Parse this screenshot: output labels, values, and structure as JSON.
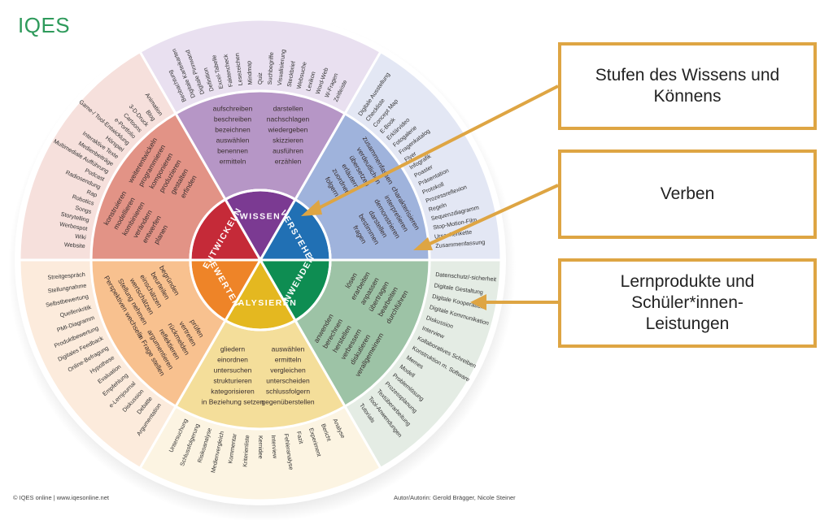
{
  "logo": "IQES",
  "footer": {
    "copyright": "© IQES online | www.iqesonline.net",
    "authors": "Autor/Autorin: Gerold Brägger, Nicole Steiner"
  },
  "callouts": [
    {
      "id": "stufen",
      "label": "Stufen des Wissens und Können­s",
      "lines": [
        "Stufen des Wissens und",
        "Könnens"
      ]
    },
    {
      "id": "verben",
      "lines": [
        "Verben"
      ]
    },
    {
      "id": "lernprodukte",
      "lines": [
        "Lernprodukte und",
        "Schüler*innen-",
        "Leistungen"
      ]
    }
  ],
  "colors": {
    "accent": "#dea543",
    "logo": "#2e9a5b"
  },
  "hub": [
    {
      "label": "WISSEN",
      "color": "#7b3a92"
    },
    {
      "label": "VERSTEHEN",
      "color": "#2170b4"
    },
    {
      "label": "ANWENDEN",
      "color": "#0e8d52"
    },
    {
      "label": "ANALYSIEREN",
      "color": "#e4b820"
    },
    {
      "label": "BEWERTEN",
      "color": "#ee8428"
    },
    {
      "label": "ENTWICKELN",
      "color": "#c52a38"
    }
  ],
  "categories": [
    {
      "name": "wissen",
      "verb_color": "#b696c6",
      "product_color": "#e9e0f0",
      "verbs": [
        "aufschreiben",
        "beschreiben",
        "bezeichnen",
        "auswählen",
        "benennen",
        "ermitteln",
        "darstellen",
        "nachschlagen",
        "wiedergeben",
        "skizzieren",
        "ausführen",
        "erzählen"
      ],
      "products": [
        "Beobachtung",
        "Digitale Karteikarten",
        "Digitale Pinnwand",
        "Definition",
        "Excel-Tabelle",
        "Faktencheck",
        "Lesezeichen",
        "Mindmap",
        "Quiz",
        "Suchbegriffe",
        "Visualisierung",
        "Steckbrief",
        "Websuche",
        "Lexikon",
        "Word-Web",
        "W-Fragen",
        "Zeitleiste"
      ]
    },
    {
      "name": "verstehen",
      "verb_color": "#9fb3dc",
      "product_color": "#e3e7f4",
      "verbs": [
        "zusammenfassen",
        "verdeutlichen",
        "übersetzen",
        "erläutern",
        "zuordnen",
        "folgern",
        "charakterisieren",
        "interpretieren",
        "demonstrieren",
        "darstellen",
        "bestimmen",
        "fragen"
      ],
      "products": [
        "Digitale Ausstellung",
        "Checkliste",
        "Concept Map",
        "E-Book",
        "Erklärvideo",
        "Fotogalerie",
        "Fragenkatalog",
        "Flyer",
        "Infografik",
        "Poaster",
        "Präsentation",
        "Protokoll",
        "Prozessreflexion",
        "Regeln",
        "Sequenzdiagramm",
        "Stop-Motion-Film",
        "Ursachenkette",
        "Zusammenfassung"
      ]
    },
    {
      "name": "anwenden",
      "verb_color": "#9dc3a6",
      "product_color": "#e4ece4",
      "verbs": [
        "anwenden",
        "berechnen",
        "herstellen",
        "verbessern",
        "diskutieren",
        "verallgemeinern",
        "lösen",
        "erarbeiten",
        "anpassen",
        "übertragen",
        "bearbeiten",
        "durchführen"
      ],
      "products": [
        "Datenschutz/-sicherheit",
        "Digitale Gestaltung",
        "Digitale Kooperation",
        "Digitale Kommunikation",
        "Diskussion",
        "Interview",
        "Kollaboratives Schreiben",
        "Konstruktion m. Software",
        "Memes",
        "Modell",
        "Problemlösung",
        "Prozessplanung",
        "Textüberarbeitung",
        "Tool-Anwendungen",
        "Tutorials"
      ]
    },
    {
      "name": "analysieren",
      "verb_color": "#f4de9a",
      "product_color": "#fcf4e2",
      "verbs": [
        "gliedern",
        "einordnen",
        "untersuchen",
        "strukturieren",
        "kategorisieren",
        "in Beziehung setzen",
        "auswählen",
        "ermitteln",
        "vergleichen",
        "unterscheiden",
        "schlussfolgern",
        "gegenüberstellen"
      ],
      "products": [
        "Analyse",
        "Bericht",
        "Experiment",
        "Fazit",
        "Fehleranalyse",
        "Interview",
        "Kernidee",
        "Kriterienliste",
        "Kommentar",
        "Medienvergleich",
        "Risikoanalyse",
        "Schlussfolgerung",
        "Untersuchung"
      ]
    },
    {
      "name": "bewerten",
      "verb_color": "#f8c18f",
      "product_color": "#fcebdc",
      "verbs": [
        "begründen",
        "beurteilen",
        "einschätzen",
        "wertschätzen",
        "Stellung nehmen",
        "Perspektiven wechseln",
        "prüfen",
        "vertreten",
        "rückmelden",
        "reflektieren",
        "argumentieren",
        "in Frage stellen"
      ],
      "products": [
        "Argumentation",
        "Debatte",
        "Diskussion",
        "e-Lernjournal",
        "Empfehlung",
        "Evaluation",
        "Hypothese",
        "Online-Befragung",
        "Digitales Feedback",
        "Produktbewertung",
        "PMI-Diagramm",
        "Quellenkritik",
        "Selbstbewertung",
        "Stellungnahme",
        "Streitgespräch"
      ]
    },
    {
      "name": "entwickeln",
      "verb_color": "#e29386",
      "product_color": "#f6e0dc",
      "verbs": [
        "konstruieren",
        "modellieren",
        "kombinieren",
        "verändern",
        "entwerfen",
        "planen",
        "weiterentwickeln",
        "programmieren",
        "komponieren",
        "produzieren",
        "gestalten",
        "erfinden"
      ],
      "products": [
        "Website",
        "Wiki",
        "Werbespot",
        "Storytelling",
        "Songs",
        "Robotics",
        "Rap",
        "Radiosendung",
        "Podcast",
        "Multimediale Aufführung",
        "Medienbeiträge",
        "Interaktive Texte",
        "Hörspiel",
        "Game-/ Tool-Entwicklung",
        "e-Portfolio",
        "Cartoons",
        "3-D-Druck",
        "Blog",
        "Animation"
      ]
    }
  ]
}
